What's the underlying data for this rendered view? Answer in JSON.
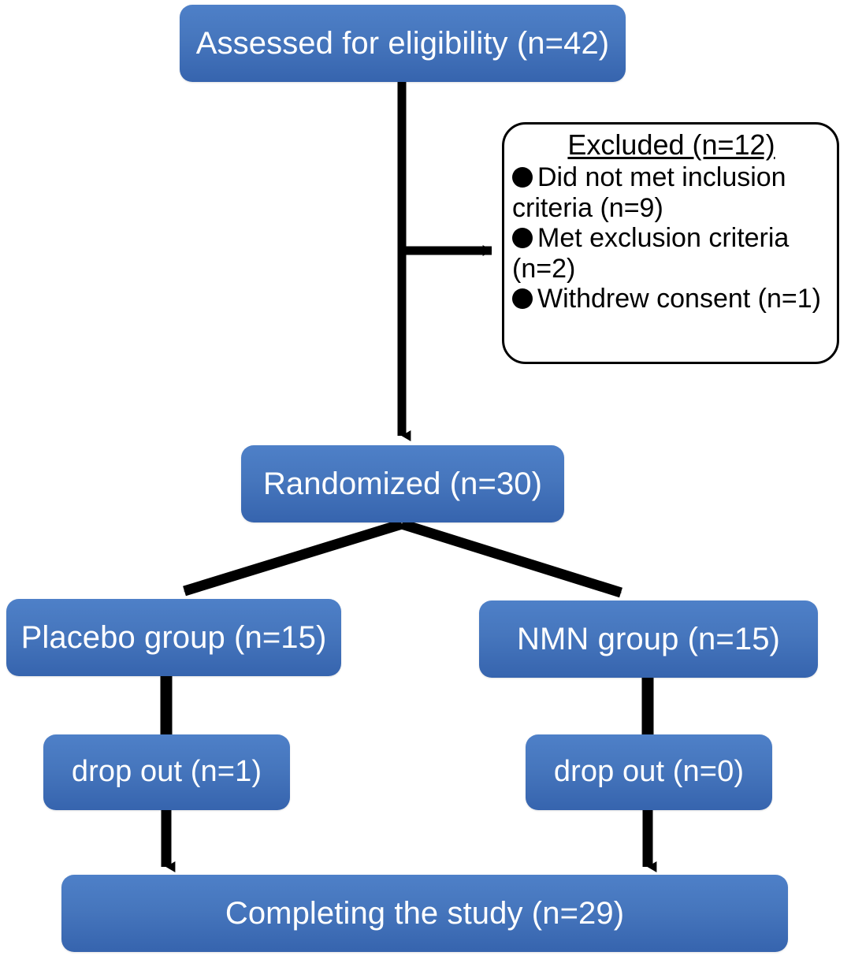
{
  "diagram": {
    "title": "CONSORT participant flow diagram",
    "type": "flowchart",
    "accent_box_color": "#4676bd",
    "accent_box_color_top": "#4e80c8",
    "accent_box_color_bottom": "#3664ae",
    "box_text_color": "#ffffff",
    "connector_color": "#000000",
    "excluded_box_fill": "#ffffff",
    "excluded_box_border": "#000000"
  },
  "nodes": {
    "assessed": "Assessed for eligibility (n=42)",
    "randomized": "Randomized (n=30)",
    "placebo": "Placebo group (n=15)",
    "nmn": "NMN group (n=15)",
    "dropout_placebo": "drop out (n=1)",
    "dropout_nmn": "drop out (n=0)",
    "completing": "Completing the study (n=29)"
  },
  "excluded": {
    "title": "Excluded (n=12)",
    "items": [
      "Did not met inclusion criteria (n=9)",
      "Met exclusion criteria (n=2)",
      "Withdrew consent (n=1)"
    ]
  },
  "chart_data": {
    "type": "flowchart",
    "title": "CONSORT participant flow diagram",
    "stages": [
      {
        "label": "Assessed for eligibility",
        "n": 42
      },
      {
        "label": "Excluded",
        "n": 12
      },
      {
        "label": "Did not met inclusion criteria",
        "n": 9
      },
      {
        "label": "Met exclusion criteria",
        "n": 2
      },
      {
        "label": "Withdrew consent",
        "n": 1
      },
      {
        "label": "Randomized",
        "n": 30
      },
      {
        "label": "Placebo group",
        "n": 15
      },
      {
        "label": "NMN group",
        "n": 15
      },
      {
        "label": "drop out (Placebo)",
        "n": 1
      },
      {
        "label": "drop out (NMN)",
        "n": 0
      },
      {
        "label": "Completing the study",
        "n": 29
      }
    ],
    "edges": [
      {
        "from": "Assessed for eligibility",
        "to": "Excluded"
      },
      {
        "from": "Assessed for eligibility",
        "to": "Randomized"
      },
      {
        "from": "Randomized",
        "to": "Placebo group"
      },
      {
        "from": "Randomized",
        "to": "NMN group"
      },
      {
        "from": "Placebo group",
        "to": "drop out (Placebo)"
      },
      {
        "from": "NMN group",
        "to": "drop out (NMN)"
      },
      {
        "from": "drop out (Placebo)",
        "to": "Completing the study"
      },
      {
        "from": "drop out (NMN)",
        "to": "Completing the study"
      }
    ]
  }
}
